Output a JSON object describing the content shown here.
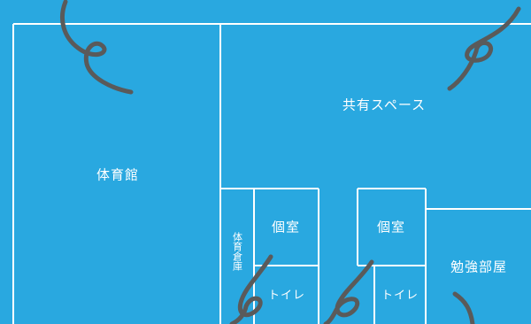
{
  "floor_plan": {
    "background_color": "#29a8e0",
    "wall_color": "#ffffff",
    "scribble_color": "#5a5a5a",
    "rooms": {
      "gym": "体育館",
      "shared_space": "共有スペース",
      "gym_storage": "体育倉庫",
      "private_room_1": "個室",
      "private_room_2": "個室",
      "toilet_1": "トイレ",
      "toilet_2": "トイレ",
      "study_room": "勉強部屋"
    }
  }
}
